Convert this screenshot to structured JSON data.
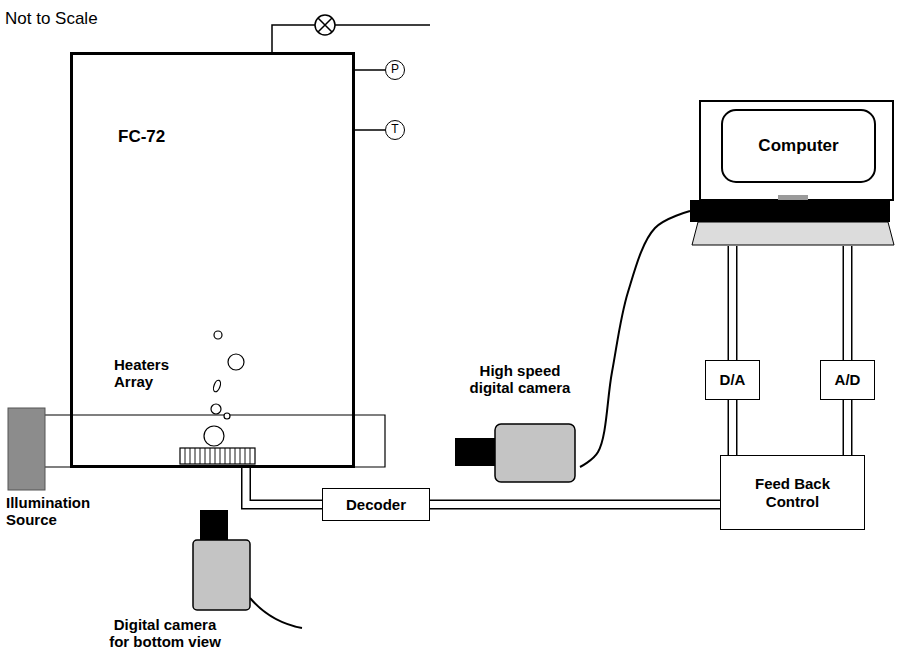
{
  "diagram": {
    "nodes": [
      {
        "text": [
          "FC-72"
        ]
      },
      {
        "text": [
          "P"
        ]
      },
      {
        "text": [
          "T"
        ]
      },
      {
        "text": [
          "Computer"
        ]
      },
      {
        "text": [
          "Heaters Array"
        ],
        "in": 0
      },
      {
        "text": [
          "High speed digital camera"
        ]
      },
      {
        "text": [
          "D/A"
        ]
      },
      {
        "text": [
          "A/D"
        ]
      },
      {
        "text": [
          "Illumination Source"
        ]
      },
      {
        "text": [
          "Decoder"
        ]
      },
      {
        "text": [
          "Feed Back Control"
        ]
      },
      {
        "text": [
          "Digital camera for bottom view"
        ]
      }
    ],
    "edges": [
      {
        "from": 0,
        "to": 1,
        "arrow": "none"
      },
      {
        "from": 0,
        "to": 2,
        "arrow": "none"
      },
      {
        "from": 5,
        "to": 3,
        "arrow": "none"
      },
      {
        "from": 3,
        "to": 6,
        "arrow": "none"
      },
      {
        "from": 3,
        "to": 7,
        "arrow": "none"
      },
      {
        "from": 6,
        "to": 10,
        "arrow": "none"
      },
      {
        "from": 7,
        "to": 10,
        "arrow": "none"
      },
      {
        "from": 10,
        "to": 9,
        "arrow": "none"
      },
      {
        "from": 9,
        "to": 4,
        "arrow": "none"
      }
    ],
    "labels": [
      "Not to Scale"
    ]
  }
}
